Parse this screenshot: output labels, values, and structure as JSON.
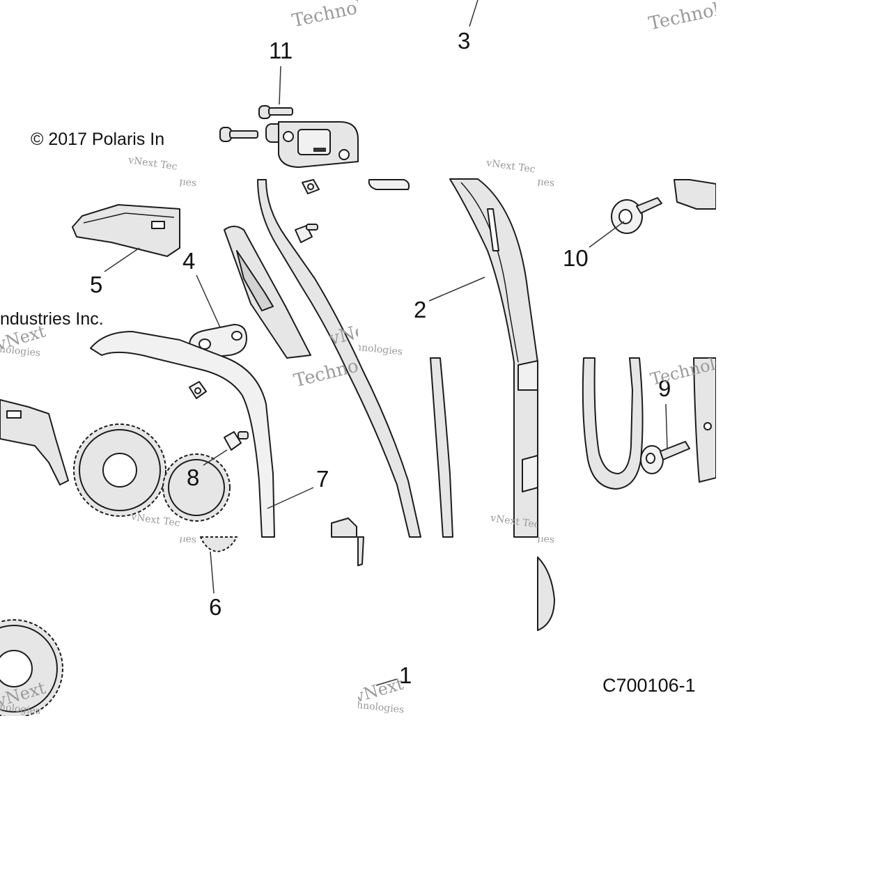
{
  "callouts": [
    "1",
    "2",
    "3",
    "4",
    "5",
    "6",
    "7",
    "8",
    "9",
    "10",
    "11"
  ],
  "copyright": {
    "line1": "© 2017 Polaris In",
    "line2": "ndustries Inc."
  },
  "figure_code": "C700106-1",
  "watermark": {
    "word1": "vNext",
    "word2": "Technologies",
    "small1": "vNext Tec",
    "small2": "hnologies"
  },
  "colors": {
    "part_fill": "#e6e6e6",
    "part_fill_light": "#f1f1f1",
    "outline": "#1c1c1c",
    "leader": "#333333",
    "watermark": "#a8a8a8"
  }
}
